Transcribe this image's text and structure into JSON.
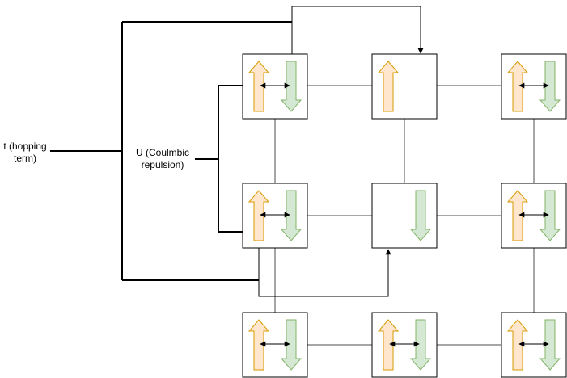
{
  "labels": {
    "hopping": "t (hopping term)",
    "coulomb": "U (Coulmbic repulsion)"
  },
  "colors": {
    "up_fill": "#ffe6cc",
    "up_stroke": "#d79b00",
    "down_fill": "#d5e8d4",
    "down_stroke": "#82b366",
    "line": "#000000",
    "grid_line": "#4d4d4d"
  },
  "lattice": {
    "rows": 3,
    "cols": 3,
    "sites": [
      {
        "row": 0,
        "col": 0,
        "spin_up": true,
        "spin_down": true
      },
      {
        "row": 0,
        "col": 1,
        "spin_up": true,
        "spin_down": false
      },
      {
        "row": 0,
        "col": 2,
        "spin_up": true,
        "spin_down": true
      },
      {
        "row": 1,
        "col": 0,
        "spin_up": true,
        "spin_down": true
      },
      {
        "row": 1,
        "col": 1,
        "spin_up": false,
        "spin_down": true
      },
      {
        "row": 1,
        "col": 2,
        "spin_up": true,
        "spin_down": true
      },
      {
        "row": 2,
        "col": 0,
        "spin_up": true,
        "spin_down": true
      },
      {
        "row": 2,
        "col": 1,
        "spin_up": true,
        "spin_down": true
      },
      {
        "row": 2,
        "col": 2,
        "spin_up": true,
        "spin_down": true
      }
    ]
  }
}
